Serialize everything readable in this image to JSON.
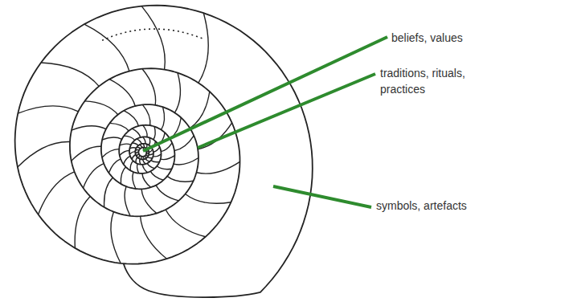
{
  "diagram": {
    "labels": [
      "beliefs, values",
      "traditions, rituals, practices",
      "symbols, artefacts"
    ]
  }
}
